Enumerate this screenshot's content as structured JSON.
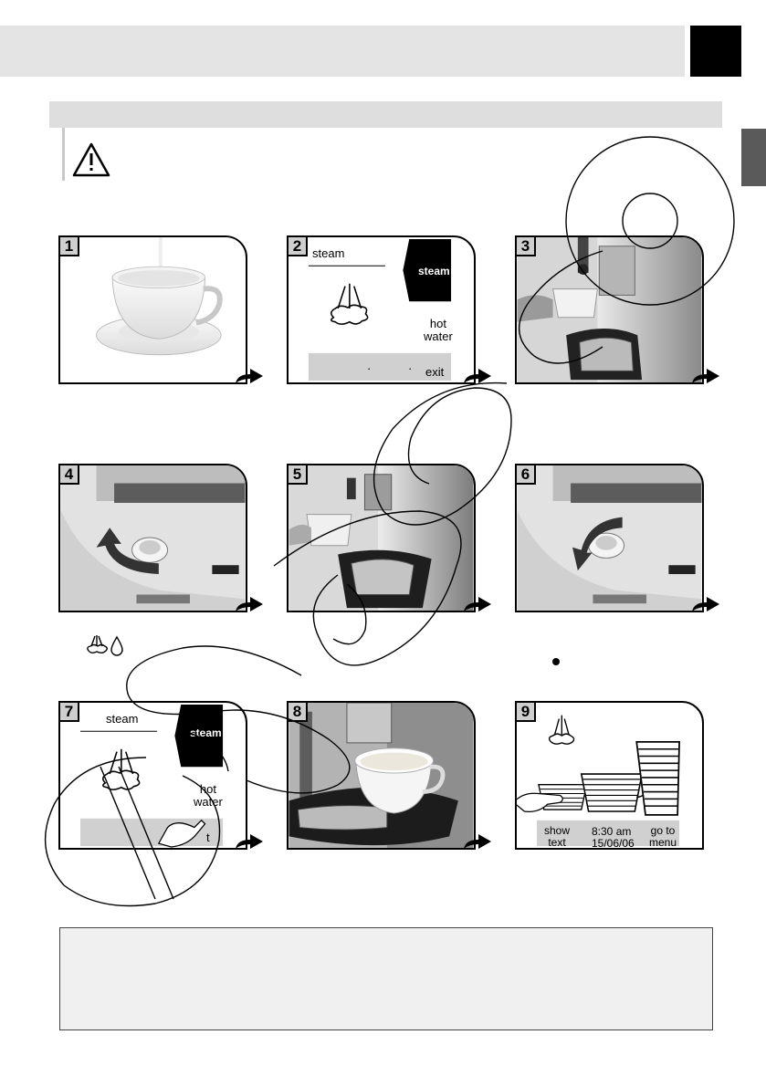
{
  "steps": [
    {
      "number": "1"
    },
    {
      "number": "2",
      "display": {
        "title": "steam",
        "selected": "steam",
        "hot_water": "hot\nwater",
        "exit": "exit",
        "dot1": "·",
        "dot2": "·"
      }
    },
    {
      "number": "3"
    },
    {
      "number": "4"
    },
    {
      "number": "5"
    },
    {
      "number": "6"
    },
    {
      "number": "7",
      "display": {
        "title": "steam",
        "selected": "steam",
        "hot_water": "hot\nwater",
        "exit": "t"
      }
    },
    {
      "number": "8"
    },
    {
      "number": "9",
      "display": {
        "show_text": "show\ntext",
        "time": "8:30 am",
        "date": "15/06/06",
        "go_to_menu": "go to\nmenu"
      }
    }
  ],
  "icons": {
    "warning": "warning-triangle-icon",
    "steam": "steam-icon",
    "water_drop": "water-drop-icon",
    "dot": "bullet-icon"
  },
  "colors": {
    "header_bar": "#e4e4e4",
    "side_tab": "#5a5a5a",
    "section_bar": "#dedede",
    "display_bottom": "#d0d0d0"
  }
}
